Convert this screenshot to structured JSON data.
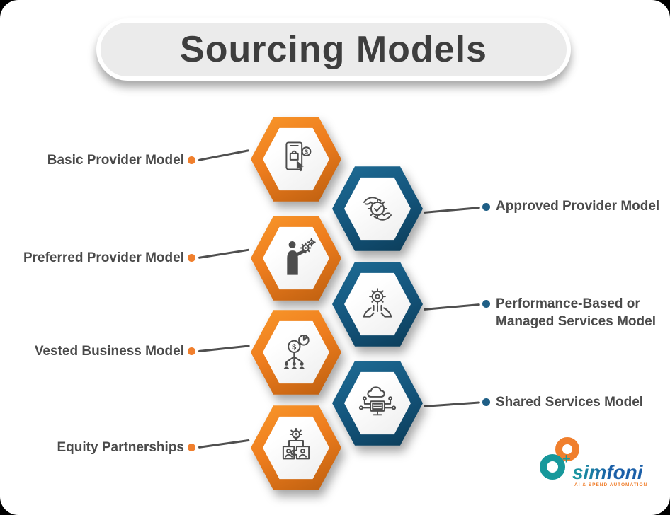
{
  "title": "Sourcing Models",
  "items": [
    {
      "label": "Basic Provider Model",
      "side": "left",
      "icon": "mobile-shopping-icon"
    },
    {
      "label": "Approved Provider Model",
      "side": "right",
      "icon": "hands-approved-check-icon"
    },
    {
      "label": "Preferred Provider Model",
      "side": "left",
      "icon": "businessman-gears-icon"
    },
    {
      "label": "Performance-Based or Managed Services Model",
      "label_line1": "Performance-Based or",
      "label_line2": "Managed Services Model",
      "side": "right",
      "icon": "hands-holding-gear-icon"
    },
    {
      "label": "Vested Business Model",
      "side": "left",
      "icon": "profit-network-icon"
    },
    {
      "label": "Shared Services Model",
      "side": "right",
      "icon": "cloud-computer-network-icon"
    },
    {
      "label": "Equity Partnerships",
      "side": "left",
      "icon": "puzzle-partnership-dollar-icon"
    }
  ],
  "colors": {
    "orange": "#EE7D1E",
    "orange_dark": "#B85C0E",
    "blue": "#14557C",
    "blue_dark": "#0B3A55",
    "label_text": "#4A4A4A",
    "title_text": "#3E3E3E",
    "pill_background": "#EBEBEB",
    "connector": "#4F4F4F"
  },
  "logo": {
    "name": "simfoni",
    "tagline": "AI & SPEND AUTOMATION"
  }
}
